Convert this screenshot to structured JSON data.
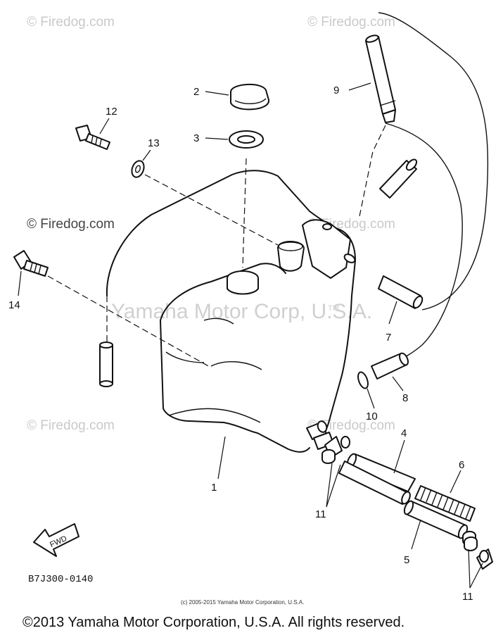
{
  "watermarks": {
    "top_left": "© Firedog.com",
    "top_right": "© Firedog.com",
    "mid_left": "© Firedog.com",
    "mid_right": "© Firedog.com",
    "low_left": "© Firedog.com",
    "low_right": "© Firedog.com",
    "center": "Yamaha Motor Corp, U.S.A.",
    "tm": "TM"
  },
  "callouts": {
    "c1": "1",
    "c2": "2",
    "c3": "3",
    "c4": "4",
    "c5": "5",
    "c6": "6",
    "c7": "7",
    "c8": "8",
    "c9": "9",
    "c10": "10",
    "c11a": "11",
    "c11b": "11",
    "c12": "12",
    "c13": "13",
    "c14": "14"
  },
  "fwd_label": "FWD",
  "part_code": "B7J300-0140",
  "small_copyright": "(c) 2005-2015 Yamaha Motor Corporation, U.S.A.",
  "bottom_copyright": "©2013 Yamaha Motor Corporation, U.S.A. All rights reserved."
}
